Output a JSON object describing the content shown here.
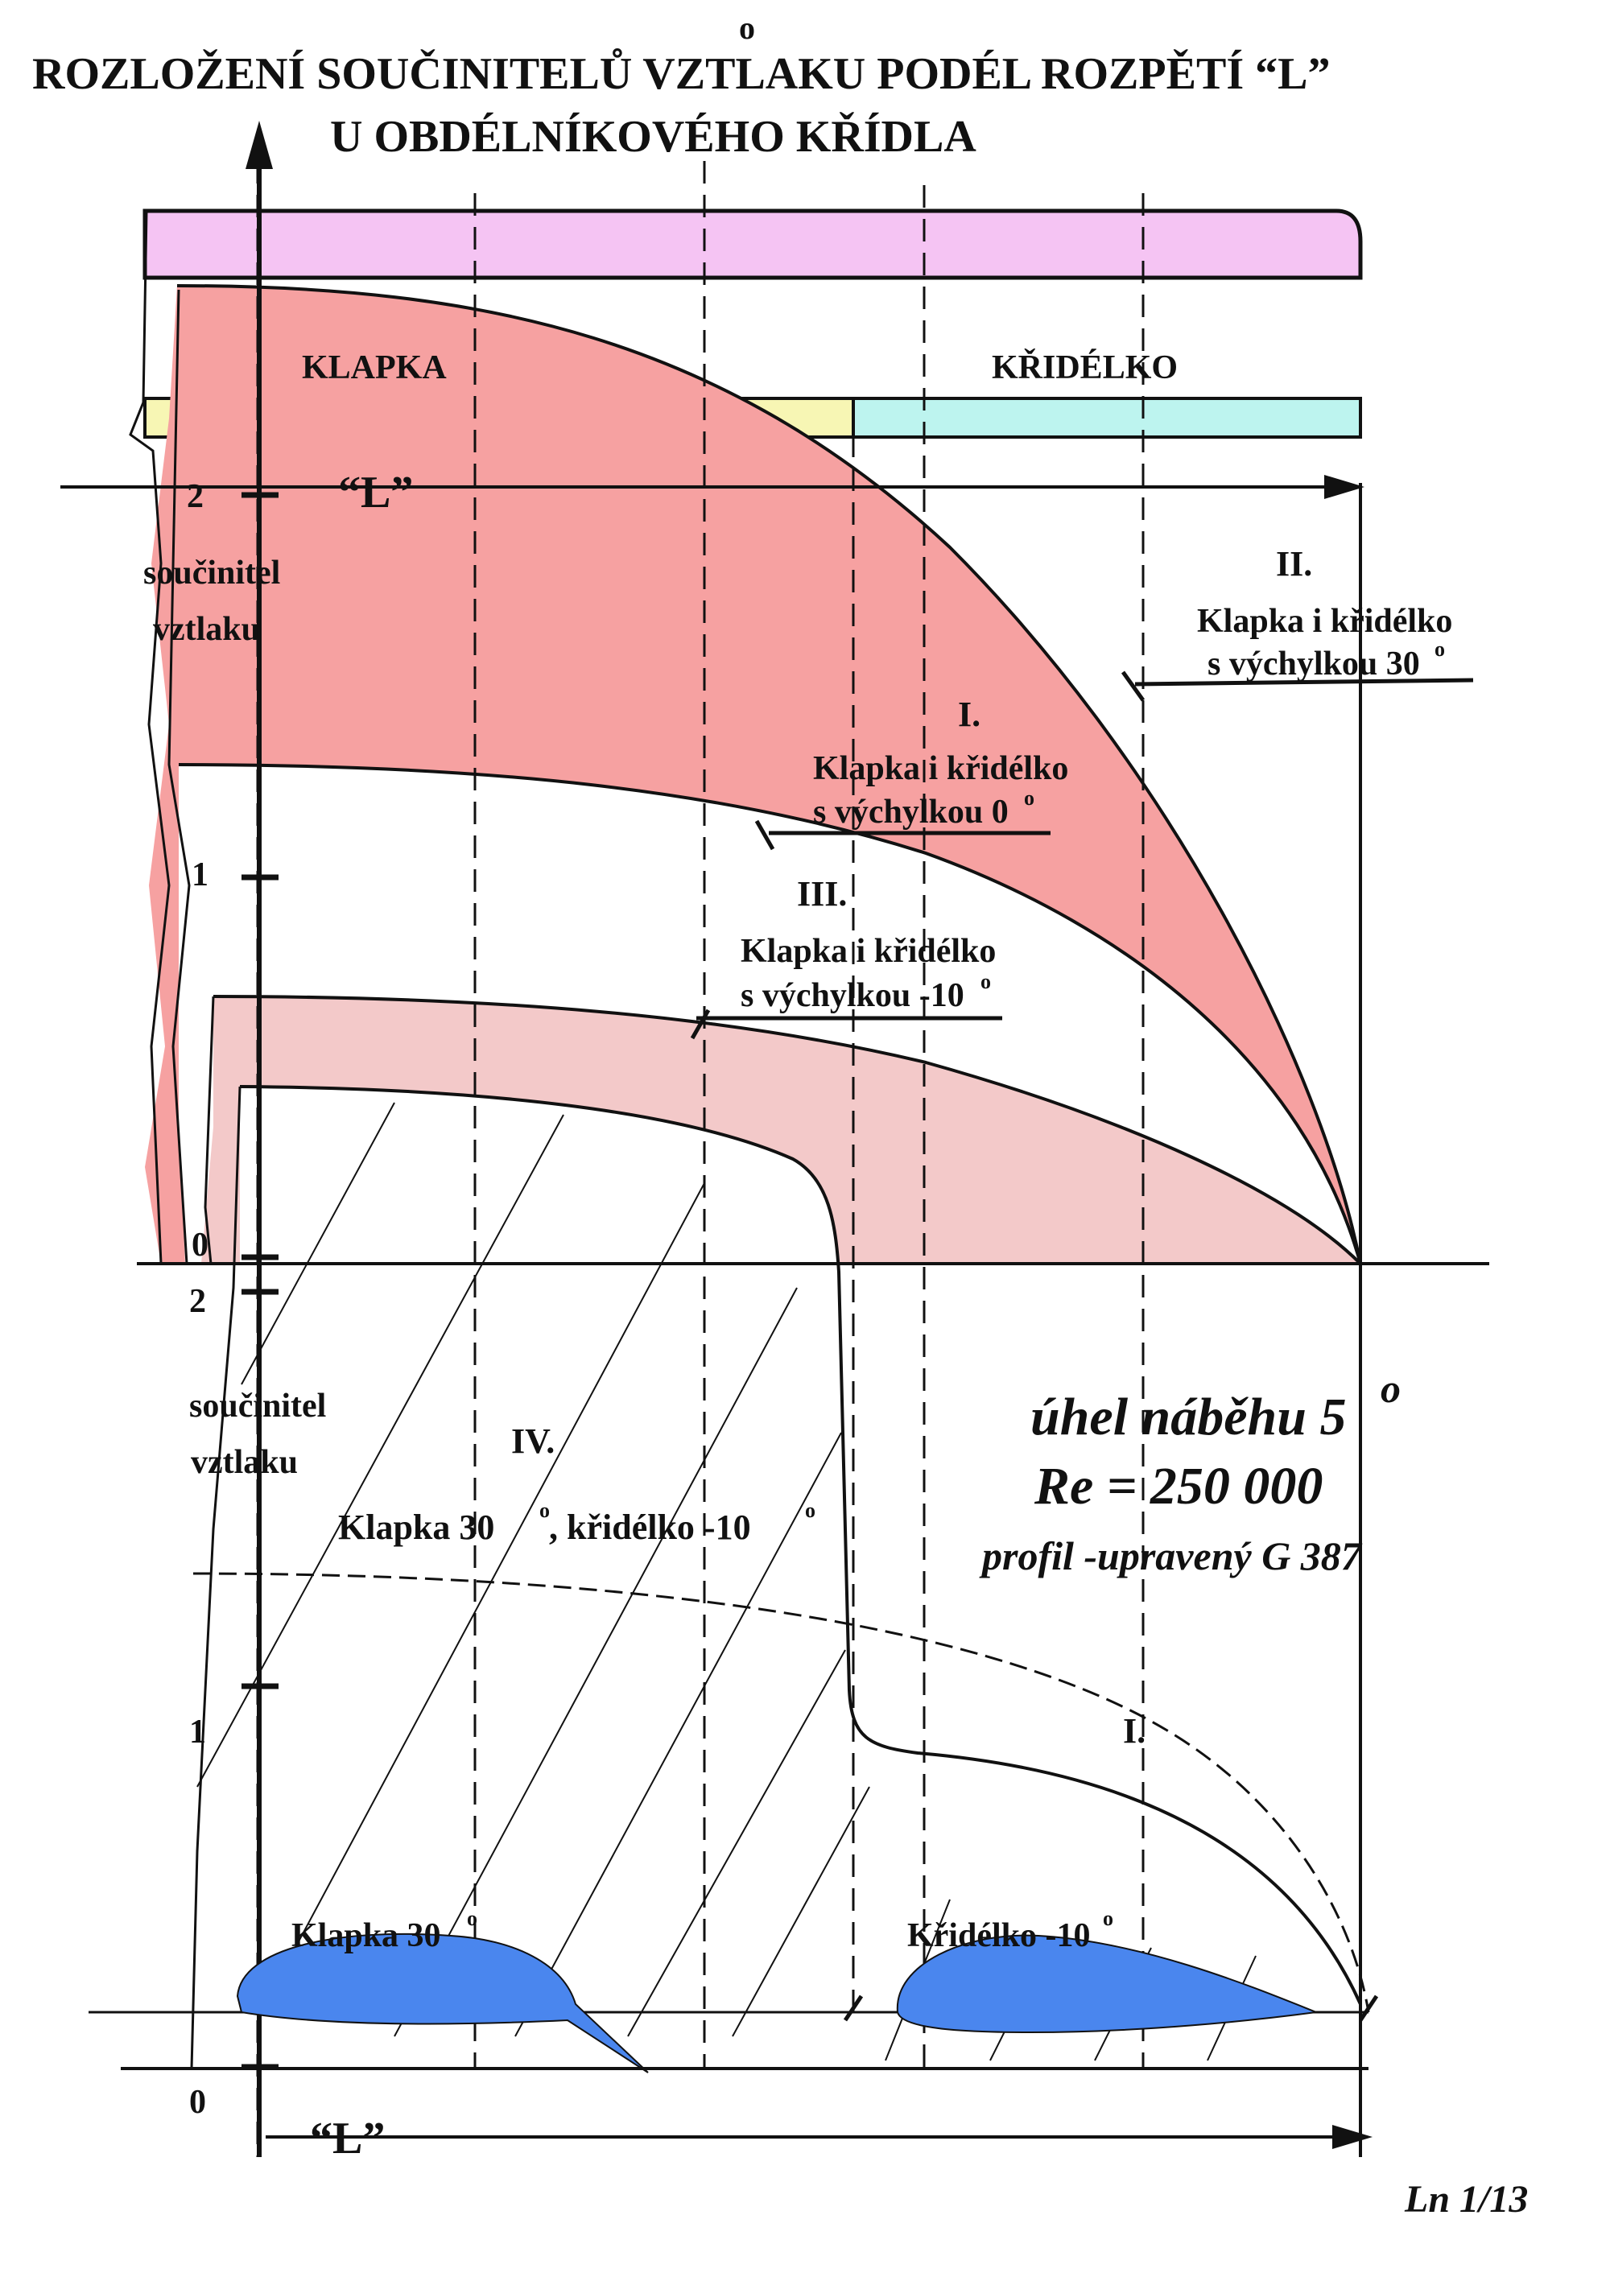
{
  "title": {
    "line1": "ROZLOŽENÍ SOUČINITELŮ VZTLAKU PODÉL ROZPĚTÍ “L”",
    "line2": "U OBDÉLNÍKOVÉHO KŘÍDLA"
  },
  "wing_plan": {
    "flap_label": "KLAPKA",
    "aileron_label": "KŘIDÉLKO",
    "colors": {
      "wing": "#f5c4f3",
      "flap": "#f7f6b4",
      "aileron": "#bdf4ef"
    }
  },
  "upper_chart": {
    "span_label": "“L”",
    "axis_label_line1": "součinitel",
    "axis_label_line2": "vztlaku",
    "ticks": [
      "2",
      "1",
      "0"
    ],
    "curves": [
      {
        "id": "I",
        "roman": "I.",
        "desc_line1": "Klapka i křidélko",
        "desc_line2": "s výchylkou 0",
        "deg": "o",
        "color": "#f6a1a1"
      },
      {
        "id": "II",
        "roman": "II.",
        "desc_line1": "Klapka i křidélko",
        "desc_line2": "s výchylkou 30",
        "deg": "o",
        "color": "#f6a1a1"
      },
      {
        "id": "III",
        "roman": "III.",
        "desc_line1": "Klapka i křidélko",
        "desc_line2": "s výchylkou -10",
        "deg": "o",
        "color": "#f3c9c9"
      }
    ]
  },
  "lower_chart": {
    "span_label": "“L”",
    "axis_label_line1": "součinitel",
    "axis_label_line2": "vztlaku",
    "ticks": [
      "2",
      "1",
      "0"
    ],
    "curve_iv_roman": "IV.",
    "curve_iv_desc_a": "Klapka 30",
    "curve_iv_desc_b": ", křidélko -10",
    "deg": "o",
    "curve_i_roman": "I.",
    "flap_section_label": "Klapka  30",
    "aileron_section_label": "Křidélko -10",
    "airfoil_color": "#4a86ee"
  },
  "conditions": {
    "angle_of_attack": "úhel náběhu 5",
    "angle_deg": "o",
    "reynolds": "Re = 250 000",
    "profile": "profil -upravený G 387"
  },
  "sheet_number": "Ln 1/13"
}
